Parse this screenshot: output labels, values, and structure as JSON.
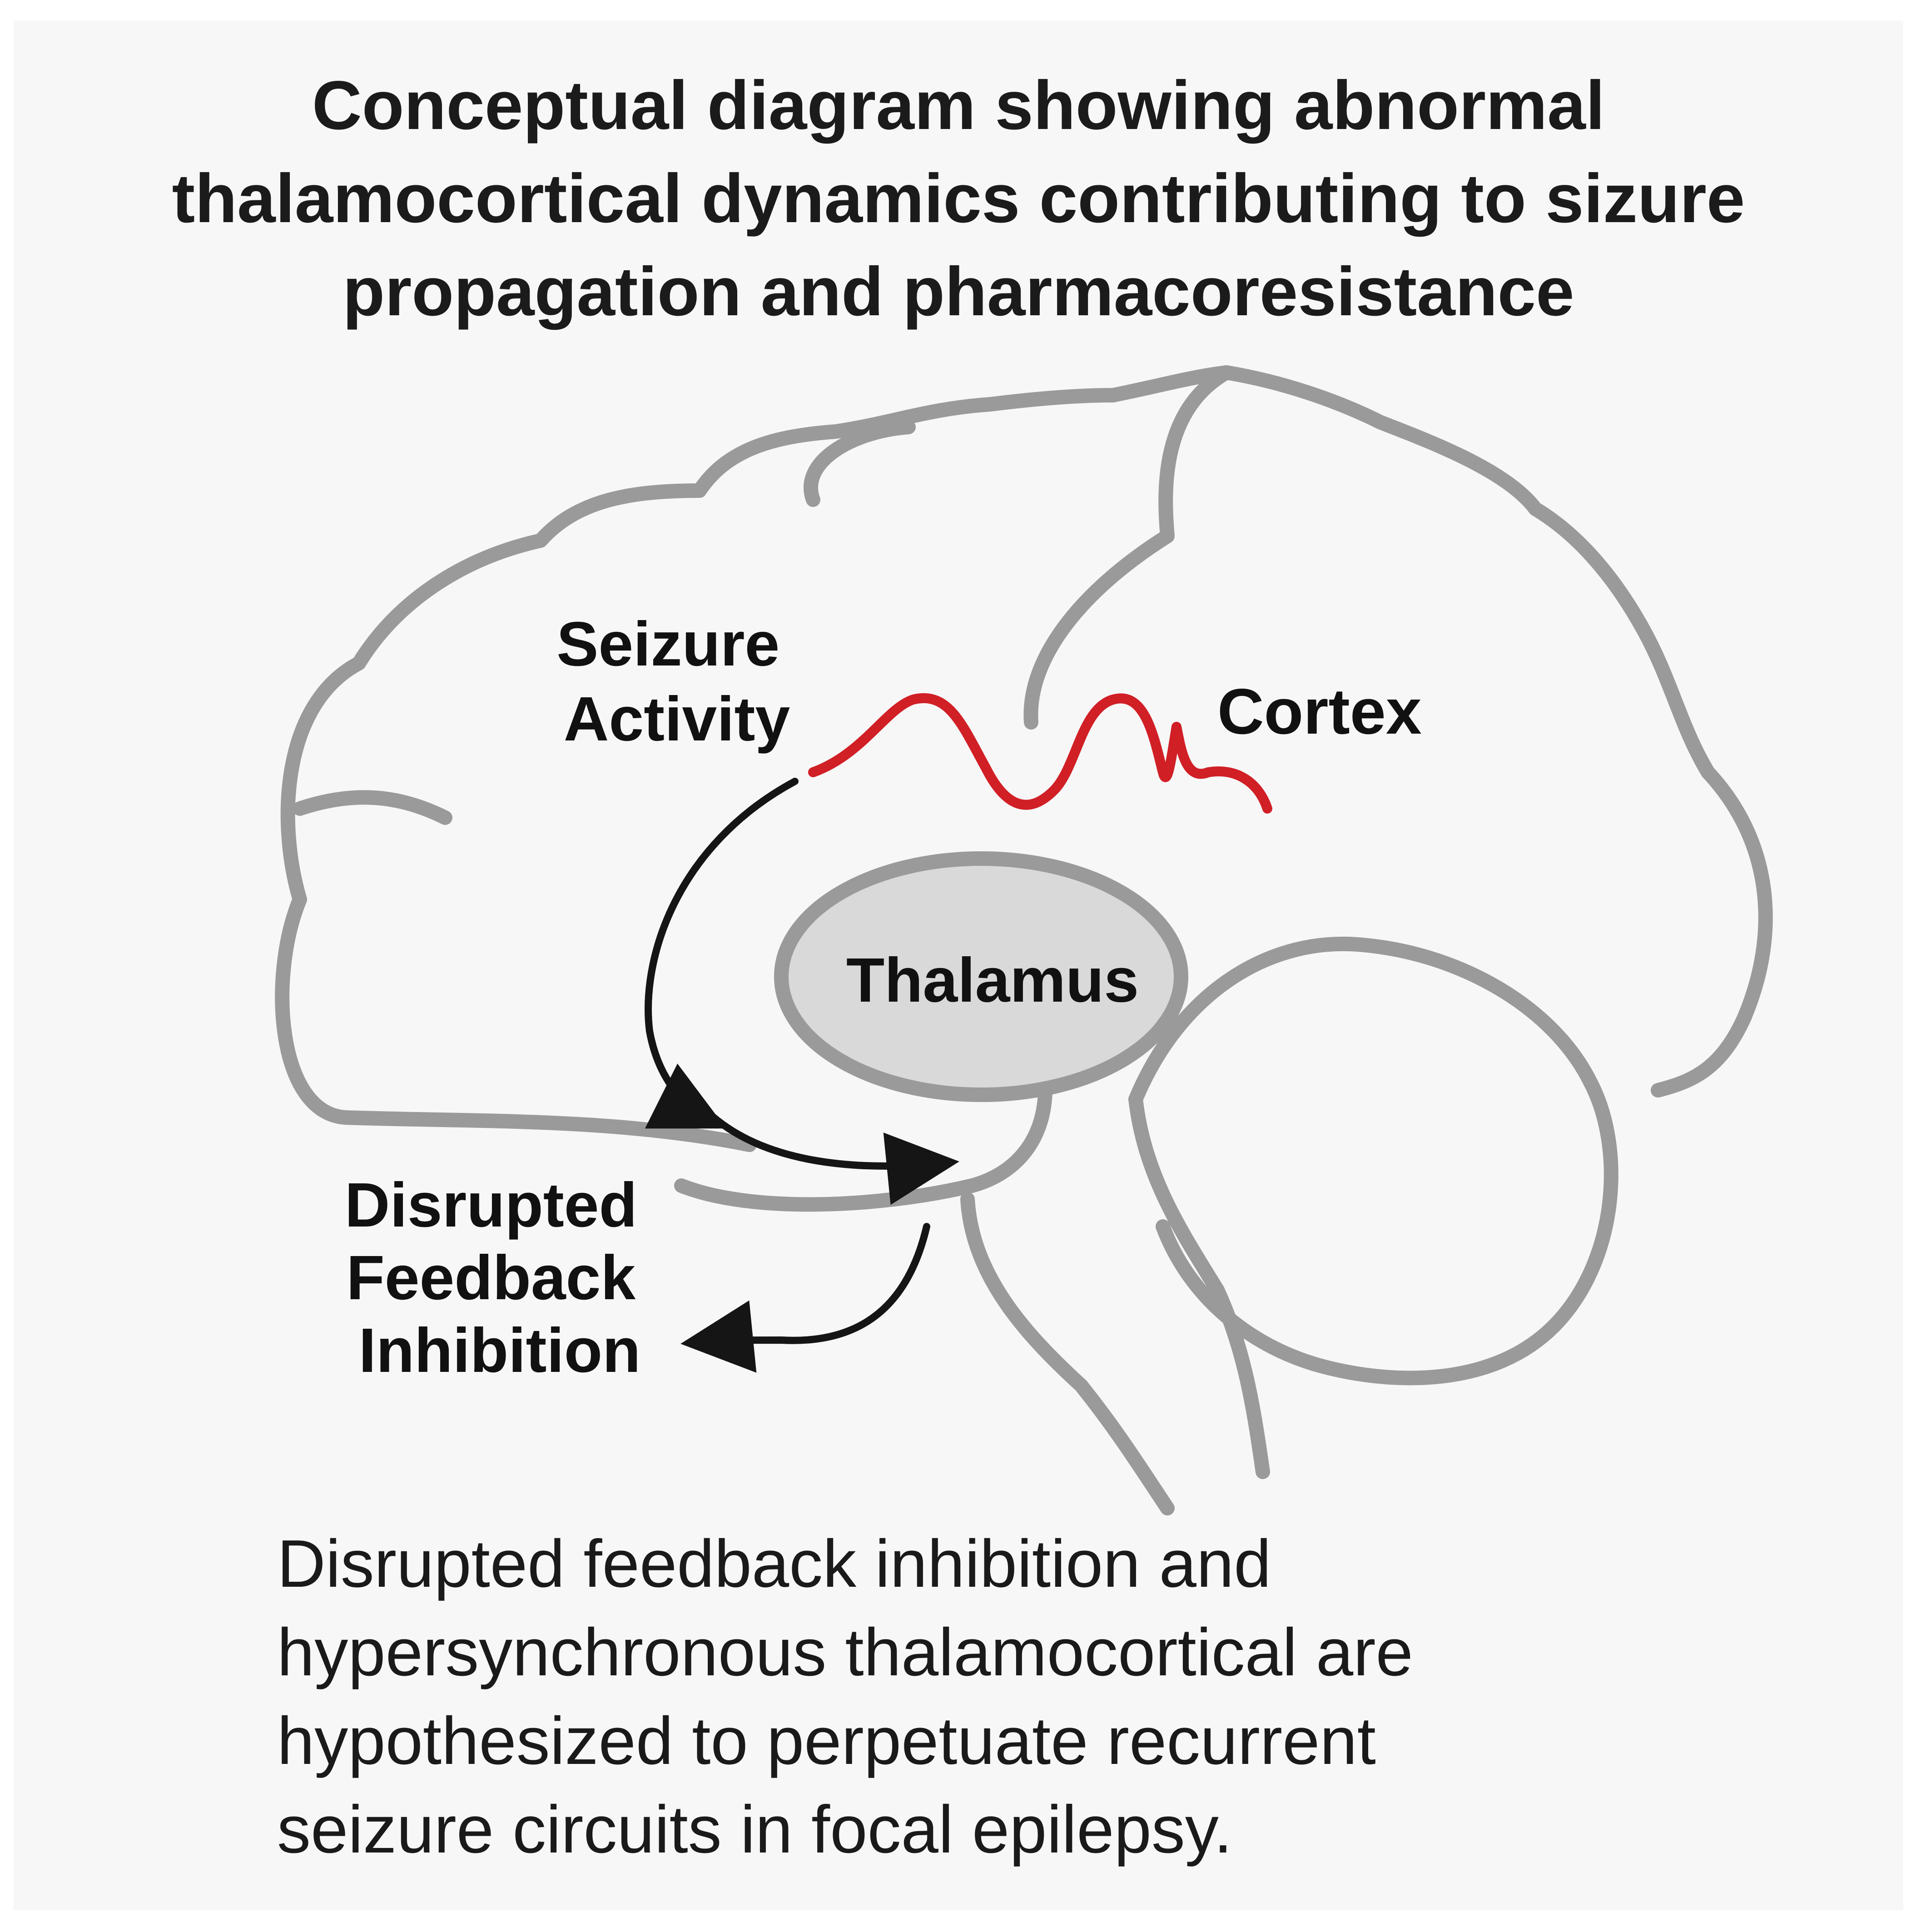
{
  "title": {
    "lines": [
      "Conceptual diagram showing abnormal",
      "thalamocortical dynamics contributing to sizure",
      "propagation and pharmacoresistance"
    ]
  },
  "labels": {
    "seizure_activity": [
      "Seizure",
      "Activity"
    ],
    "cortex": "Cortex",
    "thalamus": "Thalamus",
    "disrupted_feedback_inhibition": [
      "Disrupted",
      "Feedback",
      "Inhibition"
    ]
  },
  "caption": {
    "lines": [
      "Disrupted feedback inhibition and",
      "hypersynchronous  thalamocortical are",
      "hypothesized to perpetuate recurrent",
      "seizure circuits in focal epilepsy."
    ]
  },
  "colors": {
    "background": "#f7f7f7",
    "brain_outline": "#9a9a9a",
    "thalamus_fill": "#d9d9d9",
    "seizure_wave": "#d11f26",
    "arrows": "#151515"
  },
  "icons": {
    "wave": "seizure-wave-icon",
    "arrow": "arrowhead-icon"
  }
}
